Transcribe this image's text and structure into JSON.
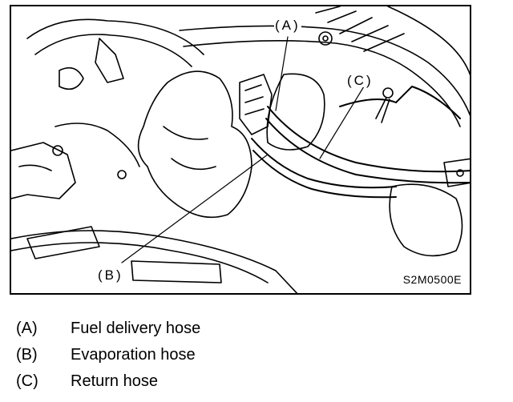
{
  "figure": {
    "code": "S2M0500E",
    "callouts": {
      "a": "(A)",
      "b": "(B)",
      "c": "(C)"
    }
  },
  "legend": [
    {
      "key": "(A)",
      "label": "Fuel delivery hose"
    },
    {
      "key": "(B)",
      "label": "Evaporation hose"
    },
    {
      "key": "(C)",
      "label": "Return hose"
    }
  ]
}
